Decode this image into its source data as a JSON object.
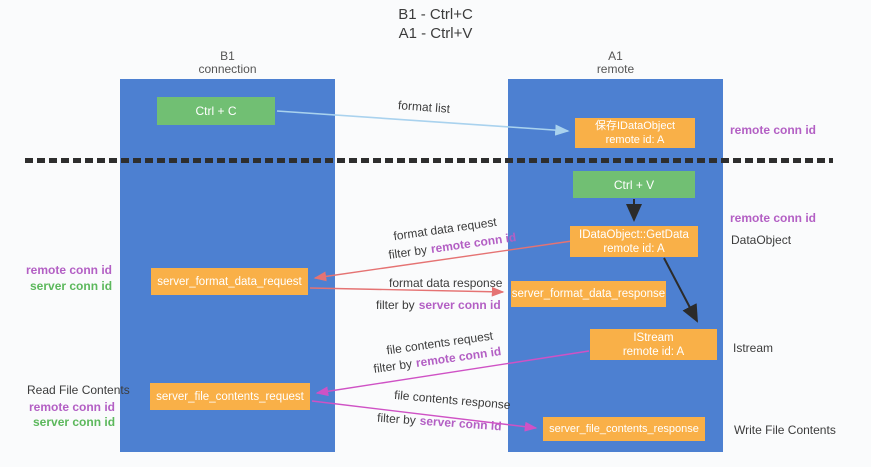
{
  "title": {
    "line1": "B1 - Ctrl+C",
    "line2": "A1 - Ctrl+V"
  },
  "lifelines": {
    "left": {
      "name": "B1",
      "role": "connection"
    },
    "right": {
      "name": "A1",
      "role": "remote"
    }
  },
  "boxes": {
    "ctrl_c": "Ctrl + C",
    "ctrl_v": "Ctrl + V",
    "save_idataobject": {
      "line1": "保存IDataObject",
      "line2": "remote id: A"
    },
    "getdata": {
      "line1": "IDataObject::GetData",
      "line2": "remote id: A"
    },
    "istream": {
      "line1": "IStream",
      "line2": "remote id: A"
    },
    "server_format_data_request": "server_format_data_request",
    "server_format_data_response": "server_format_data_response",
    "server_file_contents_request": "server_file_contents_request",
    "server_file_contents_response": "server_file_contents_response"
  },
  "arrow_labels": {
    "format_list": "format list",
    "format_data_request": "format data request",
    "format_data_response": "format data response",
    "file_contents_request": "file contents request",
    "file_contents_response": "file contents response",
    "filter_by": "filter by",
    "remote_conn_id": "remote conn id",
    "server_conn_id": "server conn id"
  },
  "side_labels": {
    "remote_conn_id": "remote conn id",
    "server_conn_id": "server conn id",
    "dataobject": "DataObject",
    "istream": "Istream",
    "read_file_contents": "Read File Contents",
    "write_file_contents": "Write File Contents"
  },
  "colors": {
    "lifeline_blue": "#4d80d1",
    "box_orange": "#f9b048",
    "box_green": "#71bf73",
    "label_purple": "#b35fc4",
    "label_green": "#5cb85c",
    "arrow_red": "#e57373",
    "arrow_magenta": "#cf52c5",
    "arrow_lightblue": "#a9d2ee",
    "arrow_black": "#2b2b2b",
    "dashed_line": "#2e2e2e"
  }
}
